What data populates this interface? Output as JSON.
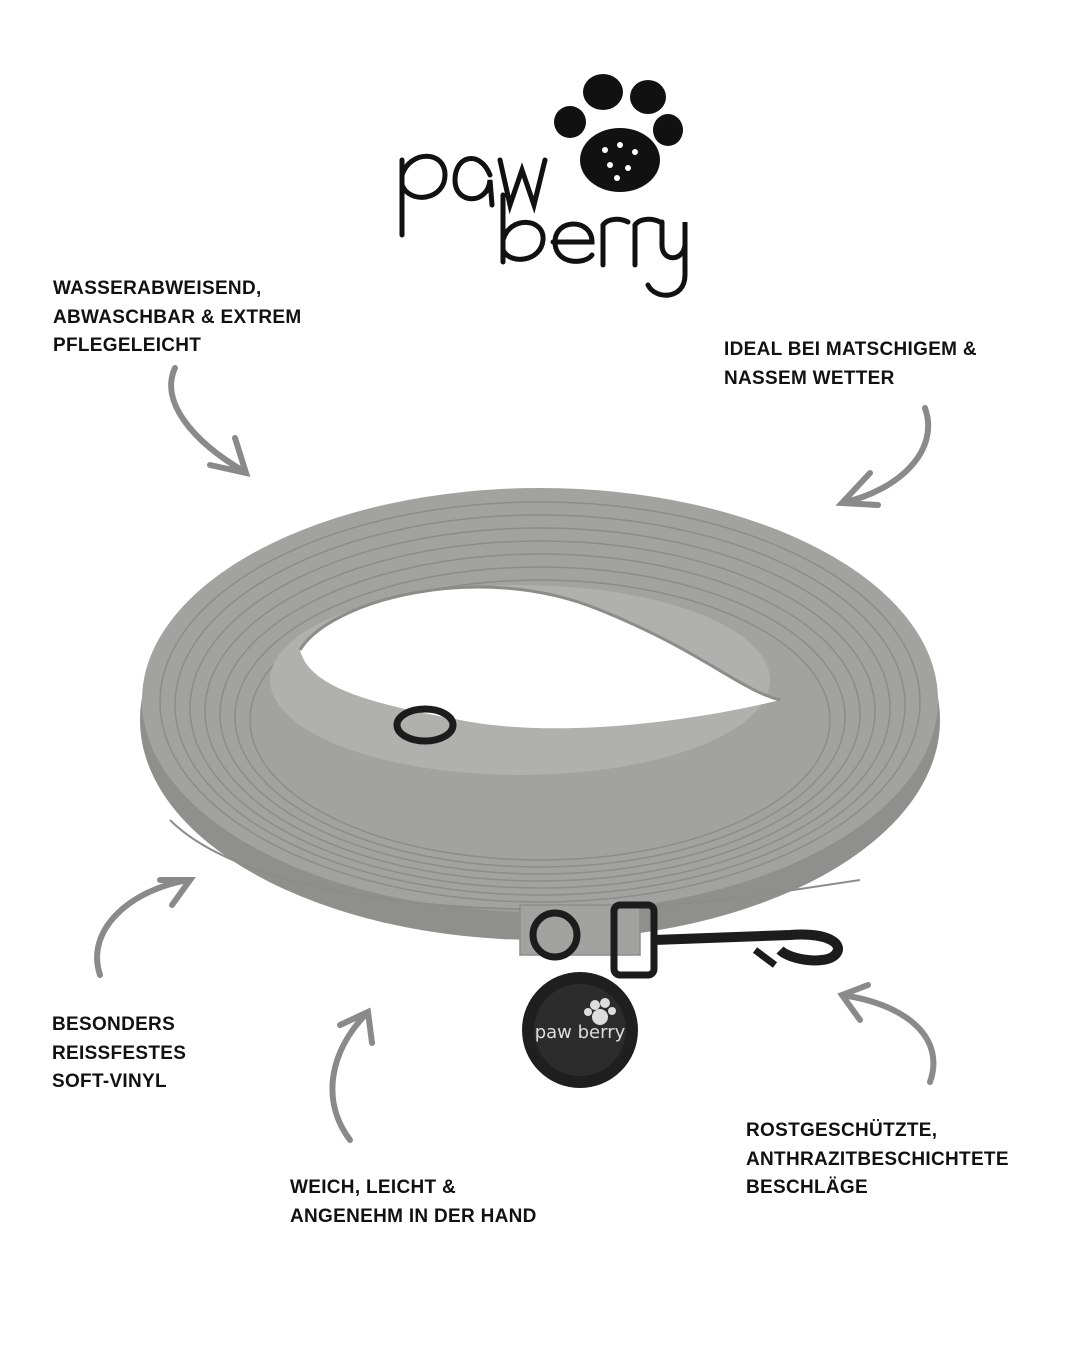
{
  "brand": {
    "logo_text": "paw berry",
    "tag_text": "paw berry"
  },
  "features": [
    {
      "lines": [
        "WASSERABWEISEND,",
        "ABWASCHBAR & EXTREM",
        "PFLEGELEICHT"
      ]
    },
    {
      "lines": [
        "IDEAL BEI MATSCHIGEM &",
        "NASSEM WETTER"
      ]
    },
    {
      "lines": [
        "BESONDERS",
        "REISSFESTES",
        "SOFT-VINYL"
      ]
    },
    {
      "lines": [
        "WEICH, LEICHT &",
        "ANGENEHM IN DER HAND"
      ]
    },
    {
      "lines": [
        "ROSTGESCHÜTZTE,",
        "ANTHRAZITBESCHICHTETE",
        "BESCHLÄGE"
      ]
    }
  ],
  "colors": {
    "leash": "#9a9b99",
    "leash_dark": "#7d7e7c",
    "arrow": "#8a8a8a",
    "hardware": "#1c1c1c"
  }
}
